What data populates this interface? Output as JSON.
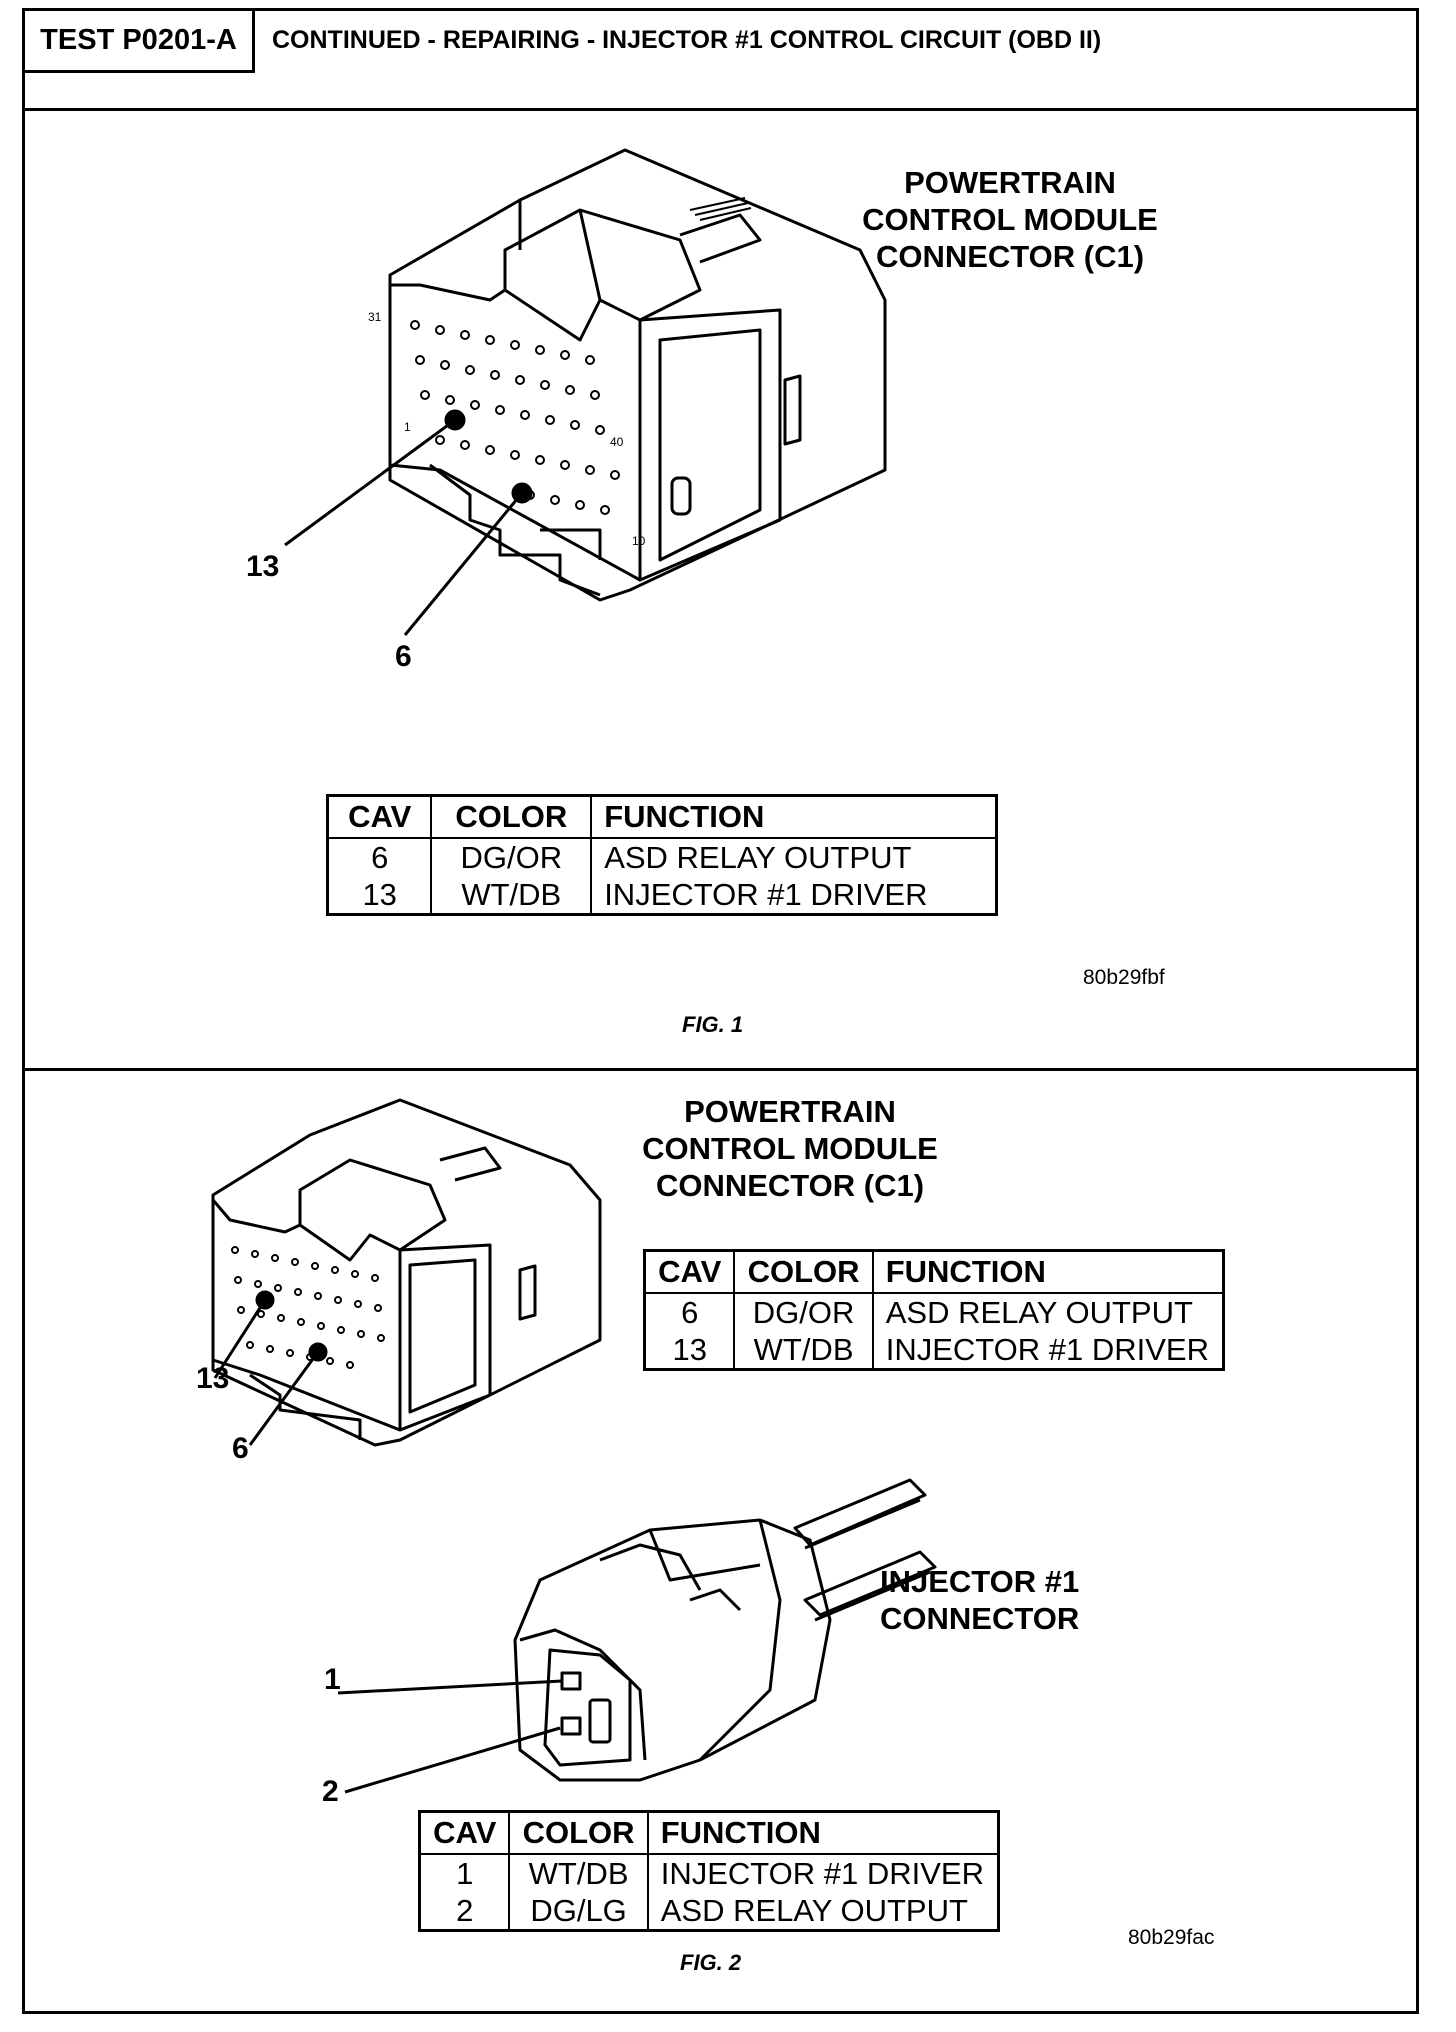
{
  "header": {
    "test_id": "TEST P0201-A",
    "title": "CONTINUED - REPAIRING - INJECTOR #1 CONTROL CIRCUIT (OBD II)"
  },
  "fig1": {
    "title": [
      "POWERTRAIN",
      "CONTROL MODULE",
      "CONNECTOR (C1)"
    ],
    "callouts": {
      "pin13": "13",
      "pin6": "6"
    },
    "pin_numbers": {
      "p31": "31",
      "p1": "1",
      "p40": "40",
      "p10": "10"
    },
    "table": {
      "headers": [
        "CAV",
        "COLOR",
        "FUNCTION"
      ],
      "rows": [
        {
          "cav": "6",
          "color": "DG/OR",
          "function": "ASD RELAY OUTPUT"
        },
        {
          "cav": "13",
          "color": "WT/DB",
          "function": "INJECTOR #1 DRIVER"
        }
      ]
    },
    "code": "80b29fbf",
    "caption": "FIG. 1"
  },
  "fig2": {
    "title": [
      "POWERTRAIN",
      "CONTROL MODULE",
      "CONNECTOR (C1)"
    ],
    "callouts": {
      "pin13": "13",
      "pin6": "6"
    },
    "table": {
      "headers": [
        "CAV",
        "COLOR",
        "FUNCTION"
      ],
      "rows": [
        {
          "cav": "6",
          "color": "DG/OR",
          "function": "ASD RELAY OUTPUT"
        },
        {
          "cav": "13",
          "color": "WT/DB",
          "function": "INJECTOR #1 DRIVER"
        }
      ]
    },
    "injector_title": [
      "INJECTOR #1",
      "CONNECTOR"
    ],
    "injector_callouts": {
      "pin1": "1",
      "pin2": "2"
    },
    "injector_table": {
      "headers": [
        "CAV",
        "COLOR",
        "FUNCTION"
      ],
      "rows": [
        {
          "cav": "1",
          "color": "WT/DB",
          "function": "INJECTOR #1 DRIVER"
        },
        {
          "cav": "2",
          "color": "DG/LG",
          "function": "ASD RELAY OUTPUT"
        }
      ]
    },
    "code": "80b29fac",
    "caption": "FIG. 2"
  }
}
